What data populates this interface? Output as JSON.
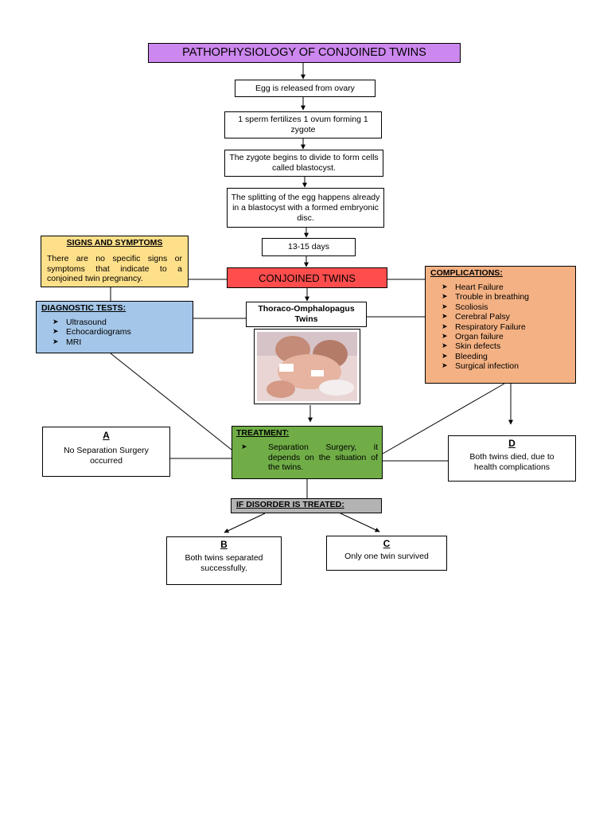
{
  "title": "PATHOPHYSIOLOGY OF CONJOINED TWINS",
  "steps": [
    "Egg is released from ovary",
    "1 sperm fertilizes 1 ovum forming 1 zygote",
    "The zygote begins to divide to form cells called blastocyst.",
    "The splitting of the egg happens already in a blastocyst with a formed embryonic disc.",
    "13-15 days"
  ],
  "conjoined": "CONJOINED TWINS",
  "type_label": "Thoraco-Omphalopagus Twins",
  "signs": {
    "heading": "SIGNS AND SYMPTOMS",
    "text": "There are no specific signs or symptoms that indicate to a conjoined twin pregnancy."
  },
  "diagnostic": {
    "heading": "DIAGNOSTIC TESTS:",
    "items": [
      "Ultrasound",
      "Echocardiograms",
      "MRI"
    ]
  },
  "complications": {
    "heading": "COMPLICATIONS:",
    "items": [
      "Heart Failure",
      "Trouble in breathing",
      "Scoliosis",
      "Cerebral Palsy",
      "Respiratory Failure",
      "Organ failure",
      "Skin defects",
      "Bleeding",
      "Surgical infection"
    ]
  },
  "treatment": {
    "heading": "TREATMENT:",
    "items": [
      "Separation Surgery, it depends on the situation of the twins."
    ]
  },
  "if_treated": "IF DISORDER IS TREATED:",
  "outcomes": {
    "a": {
      "letter": "A",
      "text": "No Separation Surgery occurred"
    },
    "b": {
      "letter": "B",
      "text": "Both twins separated successfully."
    },
    "c": {
      "letter": "C",
      "text": "Only one twin survived"
    },
    "d": {
      "letter": "D",
      "text": "Both twins died, due to health complications"
    }
  },
  "colors": {
    "title_bg": "#cc88ee",
    "conjoined_bg": "#ff4d4d",
    "signs_bg": "#ffe08a",
    "diagnostic_bg": "#a4c6e8",
    "complications_bg": "#f4b183",
    "treatment_bg": "#70ad47",
    "if_treated_bg": "#b3b3b3"
  }
}
